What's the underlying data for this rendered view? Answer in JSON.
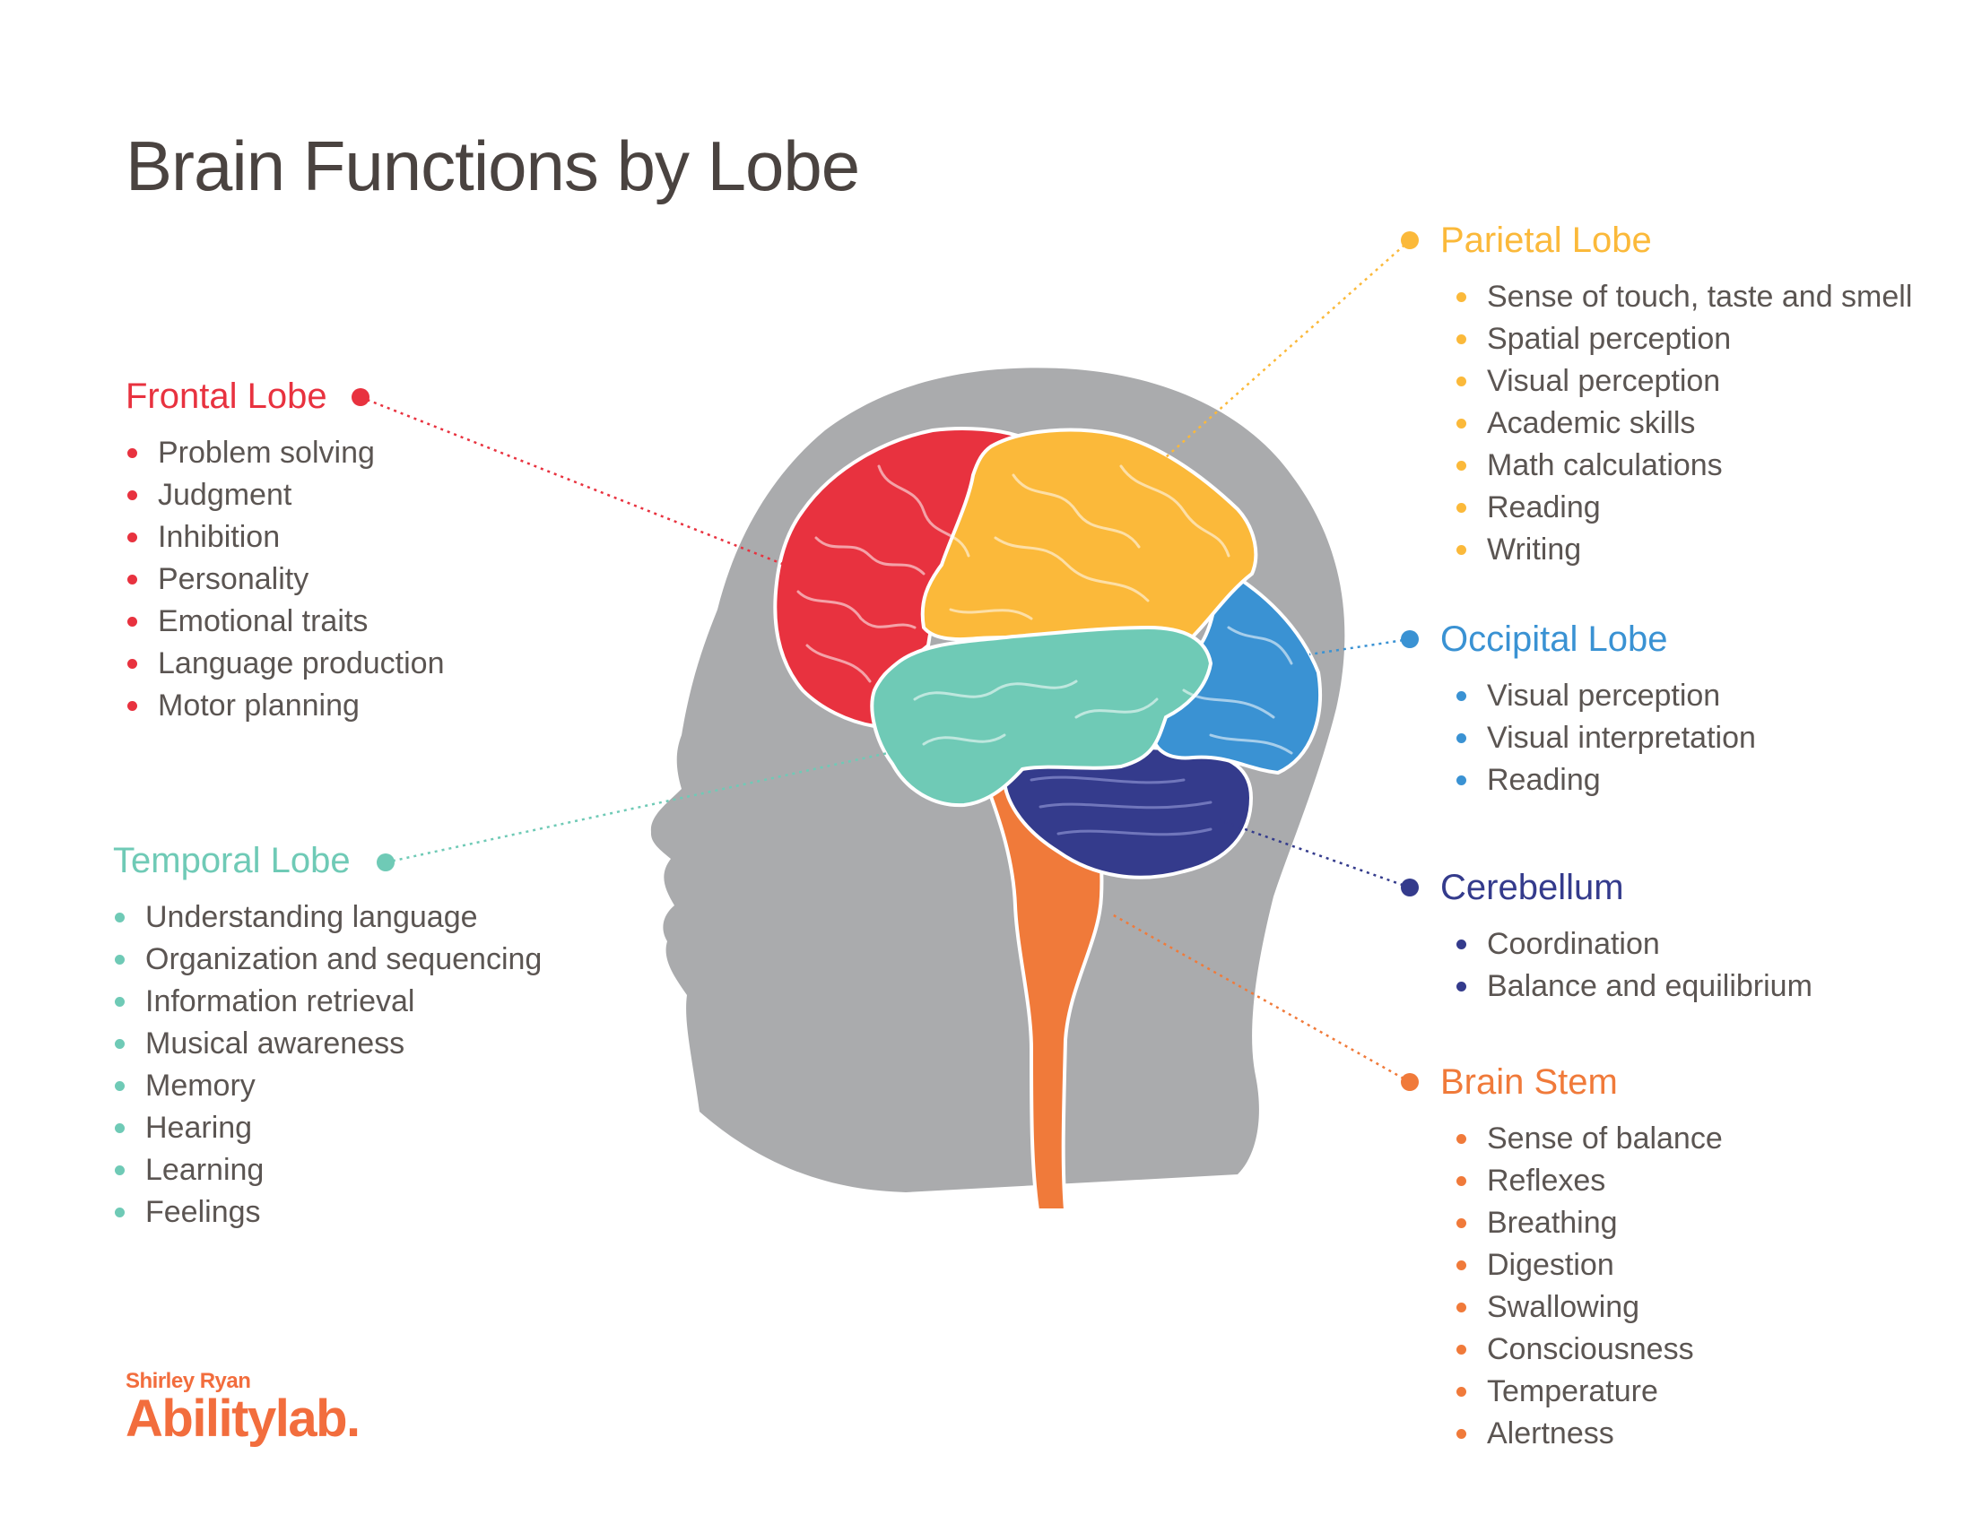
{
  "title": "Brain Functions by Lobe",
  "colors": {
    "frontal": "#e8323f",
    "parietal": "#fbb93a",
    "occipital": "#3a92d3",
    "cerebellum": "#343b8c",
    "brainstem": "#f07a3a",
    "temporal": "#6fcab6",
    "head": "#aaabad",
    "title": "#4a4340"
  },
  "sections": {
    "frontal": {
      "title": "Frontal Lobe",
      "items": [
        "Problem solving",
        "Judgment",
        "Inhibition",
        "Personality",
        "Emotional traits",
        "Language production",
        "Motor planning"
      ]
    },
    "temporal": {
      "title": "Temporal Lobe",
      "items": [
        "Understanding language",
        "Organization and sequencing",
        "Information retrieval",
        "Musical awareness",
        "Memory",
        "Hearing",
        "Learning",
        "Feelings"
      ]
    },
    "parietal": {
      "title": "Parietal Lobe",
      "items": [
        "Sense of touch, taste and smell",
        "Spatial perception",
        "Visual perception",
        "Academic skills",
        "Math calculations",
        "Reading",
        "Writing"
      ]
    },
    "occipital": {
      "title": "Occipital Lobe",
      "items": [
        "Visual perception",
        "Visual interpretation",
        "Reading"
      ]
    },
    "cerebellum": {
      "title": "Cerebellum",
      "items": [
        "Coordination",
        "Balance and equilibrium"
      ]
    },
    "brainstem": {
      "title": "Brain Stem",
      "items": [
        "Sense of balance",
        "Reflexes",
        "Breathing",
        "Digestion",
        "Swallowing",
        "Consciousness",
        "Temperature",
        "Alertness"
      ]
    }
  },
  "logo": {
    "top": "Shirley Ryan",
    "main": "Abilitylab."
  }
}
